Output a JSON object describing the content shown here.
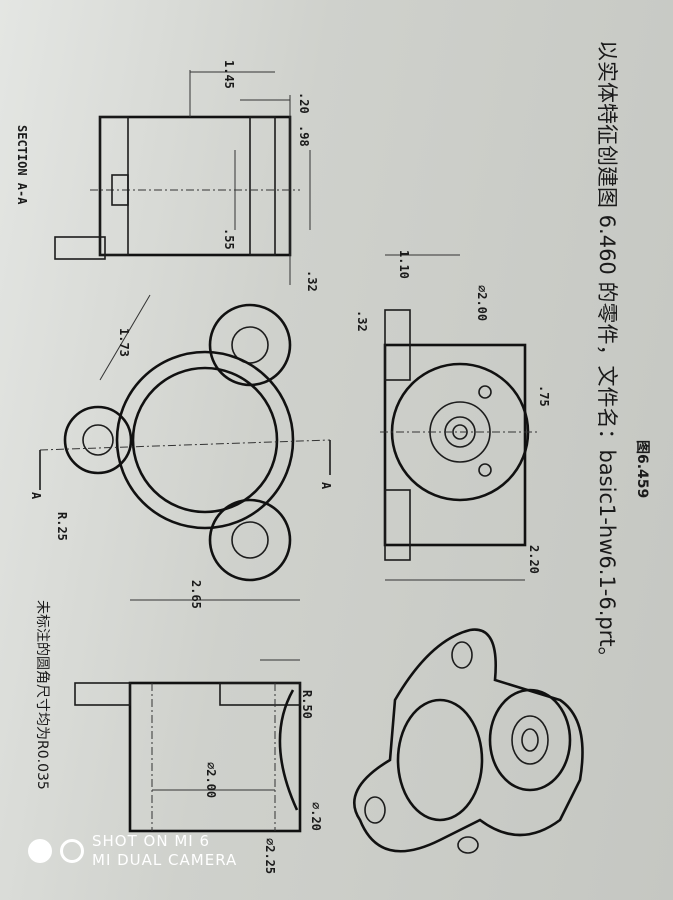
{
  "page": {
    "title": "以实体特征创建图 6.460 的零件，文件名：basic1-hw6.1-6.prt。",
    "figure_label": "图6.459",
    "note": "未标注的圆角尺寸均为R0.035"
  },
  "section_view": {
    "label": "SECTION A-A",
    "dims": [
      "1.45",
      ".20",
      ".98",
      ".55",
      ".32"
    ]
  },
  "front_view": {
    "dims": [
      "1.10",
      ".32",
      "⌀2.00",
      ".75",
      "2.20"
    ]
  },
  "top_view": {
    "dims": [
      "1.73",
      "R.25",
      "2.65"
    ],
    "section_marks": [
      "A",
      "A"
    ]
  },
  "side_view": {
    "dims": [
      "R.50",
      "⌀2.00",
      "⌀.20",
      "⌀2.25"
    ]
  },
  "watermark": {
    "line1": "SHOT ON MI 6",
    "line2": "MI DUAL CAMERA"
  }
}
